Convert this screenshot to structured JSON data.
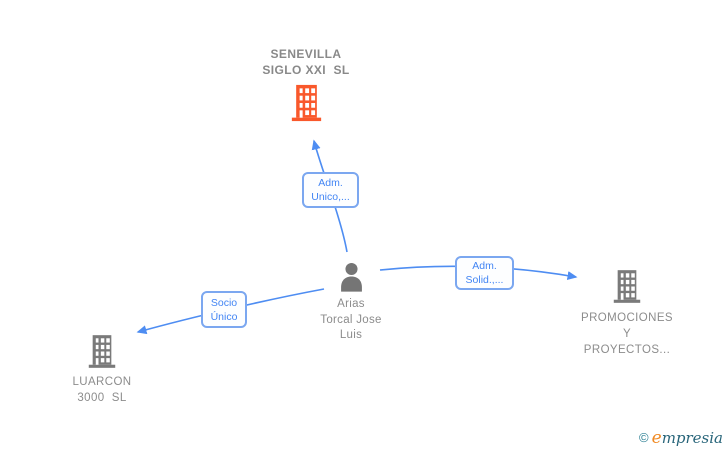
{
  "diagram": {
    "nodes": {
      "senevilla": {
        "label": "SENEVILLA\nSIGLO XXI  SL",
        "type": "company",
        "icon": "building-icon",
        "icon_color": "#F9582B"
      },
      "person": {
        "label": "Arias\nTorcal Jose\nLuis",
        "type": "person",
        "icon": "person-icon",
        "icon_color": "#757575"
      },
      "promociones": {
        "label": "PROMOCIONES\nY\nPROYECTOS...",
        "type": "company",
        "icon": "building-icon",
        "icon_color": "#7A7A7A"
      },
      "luarcon": {
        "label": "LUARCON\n3000  SL",
        "type": "company",
        "icon": "building-icon",
        "icon_color": "#7A7A7A"
      }
    },
    "edges": [
      {
        "label": "Adm.\nUnico,...",
        "from": "person",
        "to": "senevilla"
      },
      {
        "label": "Adm.\nSolid.,...",
        "from": "person",
        "to": "promociones"
      },
      {
        "label": "Socio\nÚnico",
        "from": "person",
        "to": "luarcon"
      }
    ],
    "colors": {
      "edge": "#4E8DF2",
      "edge_label_text": "#4285F4",
      "edge_label_border": "#7BA7F0",
      "node_text": "#8C8C8C",
      "building_gray": "#7A7A7A",
      "building_orange": "#F9582B"
    }
  },
  "footer": {
    "copyright": "©",
    "brand_first_letter": "e",
    "brand_rest": "mpresia"
  }
}
